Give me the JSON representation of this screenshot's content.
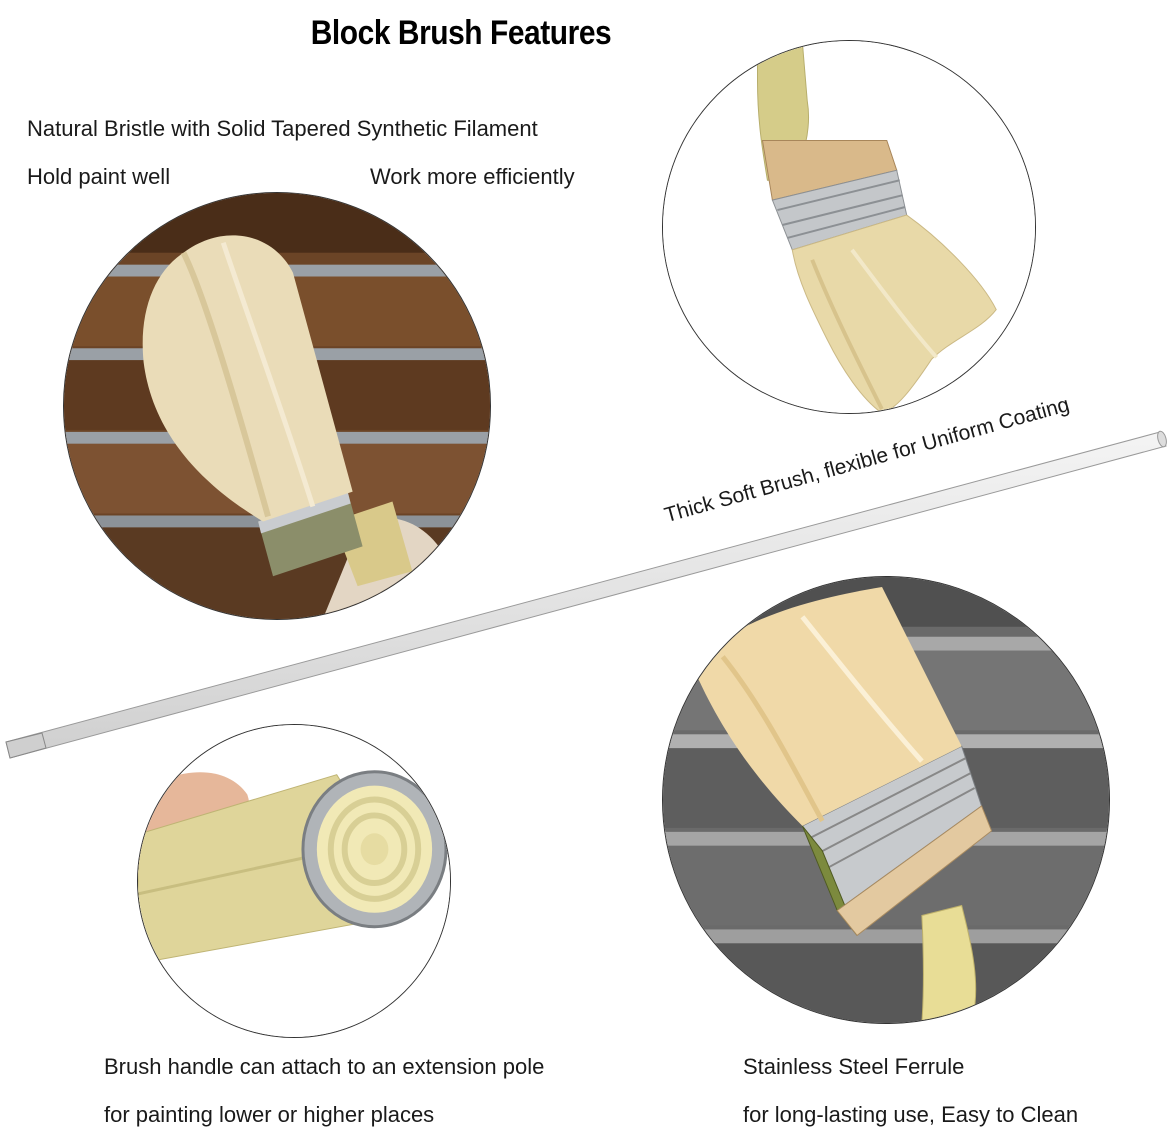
{
  "header": {
    "title": "Block Brush Features"
  },
  "features": {
    "bristle_line": "Natural Bristle with Solid Tapered Synthetic Filament",
    "hold_paint": "Hold paint well",
    "efficiency": "Work more efficiently",
    "thick_soft": "Thick Soft Brush, flexible for Uniform Coating",
    "handle_line1": "Brush handle can attach to an extension pole",
    "handle_line2": "for painting lower or higher places",
    "ferrule_line1": "Stainless Steel Ferrule",
    "ferrule_line2": "for long-lasting use, Easy to Clean"
  },
  "colors": {
    "bristle": "#e8d9b0",
    "handle": "#d9d08f",
    "ferrule": "#bfc3c6",
    "wood_dark": "#5a3a22",
    "stripe_gray": "#9aa0a6"
  }
}
